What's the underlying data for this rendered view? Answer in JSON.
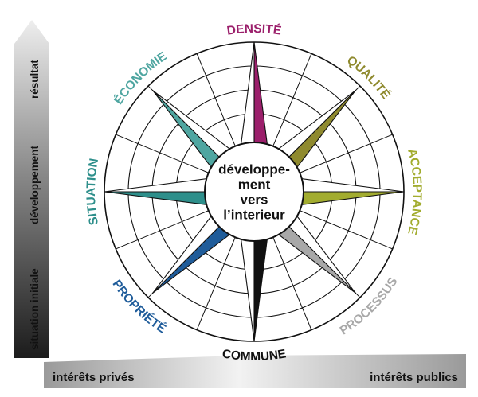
{
  "center": {
    "lines": [
      "développe-",
      "ment",
      "vers",
      "l’interieur"
    ]
  },
  "labels": {
    "densite": "DENSITÉ",
    "qualite": "QUALITÉ",
    "acceptance": "ACCEPTANCE",
    "processus": "PROCESSUS",
    "commune": "COMMUNE",
    "propriete": "PROPRIÉTÉ",
    "situation": "SITUATION",
    "economie": "ÉCONOMIE"
  },
  "colors": {
    "densite": "#9b1f6b",
    "qualite": "#8f8a2e",
    "acceptance": "#a2ac2f",
    "processus": "#a8a8a8",
    "commune": "#111111",
    "propriete": "#1f5c9a",
    "situation": "#2e8f8b",
    "economie": "#4fa6a1"
  },
  "vertical_axis": {
    "labels": [
      "situation initiale",
      "développement",
      "résultat"
    ]
  },
  "horizontal_axis": {
    "left": "intérêts privés",
    "right": "intérêts publics"
  }
}
